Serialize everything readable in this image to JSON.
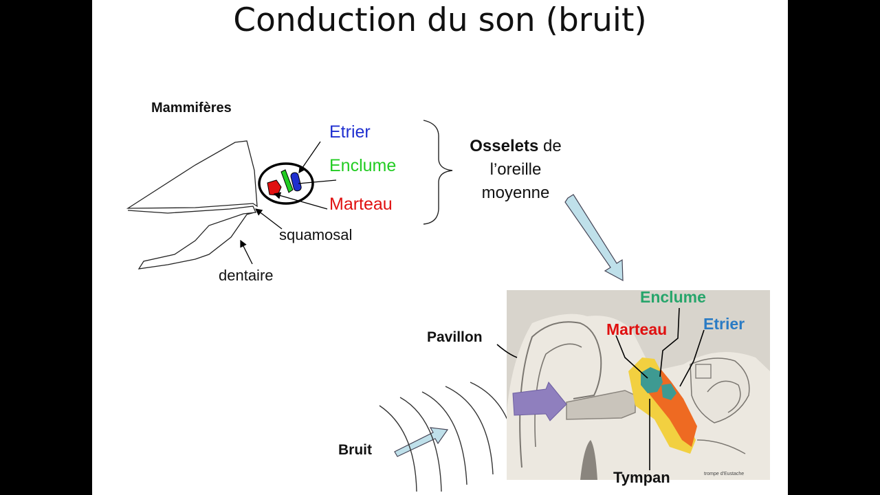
{
  "title": "Conduction du son (bruit)",
  "mammal": {
    "heading": "Mammifères",
    "etrier": "Etrier",
    "enclume": "Enclume",
    "marteau": "Marteau",
    "squamosal": "squamosal",
    "dentaire": "dentaire"
  },
  "ossicles": {
    "bold_word": "Osselets",
    "word_de": "de",
    "line2": "l’oreille",
    "line3": "moyenne"
  },
  "ear": {
    "pavillon": "Pavillon",
    "enclume": "Enclume",
    "marteau": "Marteau",
    "etrier": "Etrier",
    "bruit": "Bruit",
    "tympan": "Tympan",
    "trompe": "trompe d'Eustache"
  },
  "colors": {
    "etrier_jaw": "#1f2fd0",
    "enclume_jaw": "#22cc22",
    "marteau": "#e01010",
    "enclume_ear": "#27a56b",
    "etrier_ear": "#2a7bc4",
    "arrow_light_blue": "#bfe0ea",
    "arrow_purple": "#8f7fbe"
  }
}
